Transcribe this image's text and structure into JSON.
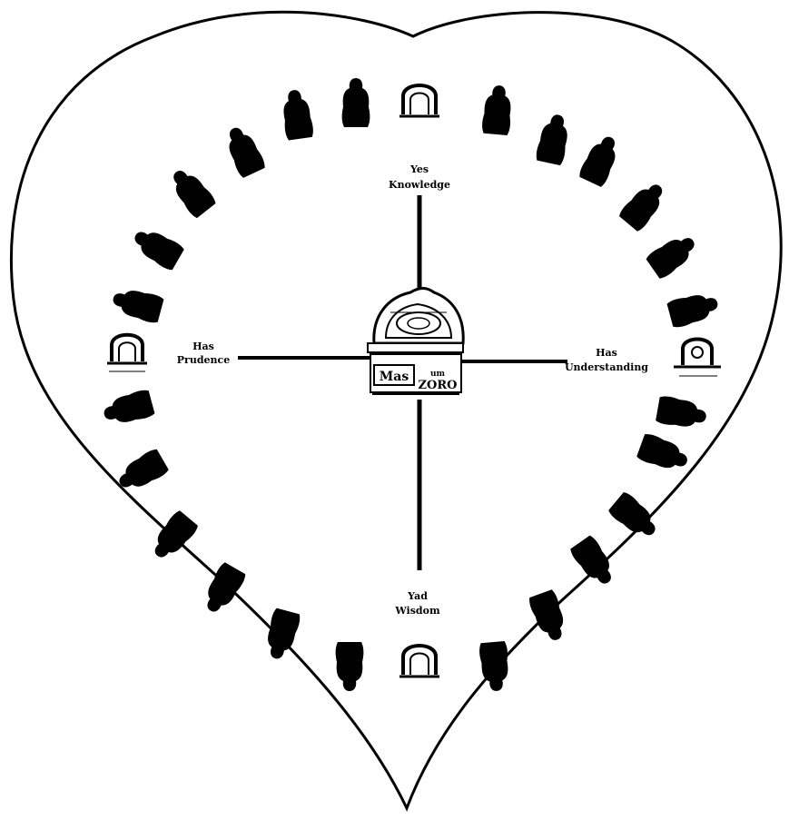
{
  "labels": {
    "top": [
      "Yes",
      "Knowledge"
    ],
    "left": [
      "Has",
      "Prudence"
    ],
    "right": [
      "Has",
      "Understanding"
    ],
    "bottom": [
      "Yad",
      "Wisdom"
    ]
  },
  "center": {
    "plaque_left": "Mas",
    "plaque_right_top": "um",
    "plaque_right_bottom": "ZORO"
  },
  "figures": {
    "count": 24,
    "color": "#000000"
  },
  "colors": {
    "ink": "#000000",
    "paper": "#ffffff"
  }
}
